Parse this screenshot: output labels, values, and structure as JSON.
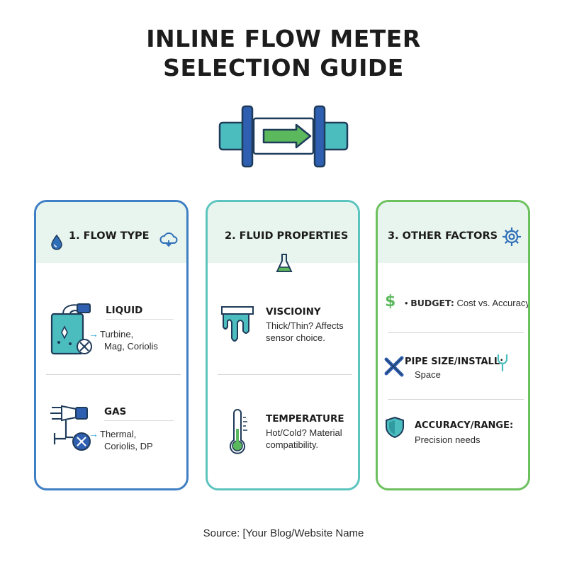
{
  "title": {
    "line1": "INLINE FLOW METER",
    "line2": "SELECTION GUIDE"
  },
  "colors": {
    "blue": "#3f7fc3",
    "teal": "#5cc4bf",
    "green": "#6cc05e",
    "header_bg": "#e8f4ee"
  },
  "cards": [
    {
      "heading": "1. FLOW TYPE",
      "items": [
        {
          "label": "LIQUID",
          "options": [
            "Turbine,",
            "Mag, Coriolis"
          ]
        },
        {
          "label": "GAS",
          "options": [
            "Thermal,",
            "Coriolis, DP"
          ]
        }
      ]
    },
    {
      "heading": "2. FLUID PROPERTIES",
      "items": [
        {
          "label": "VISCIOINY",
          "lines": [
            "Thick/Thin? Affects",
            "sensor choice."
          ]
        },
        {
          "label": "TEMPERATURE",
          "lines": [
            "Hot/Cold? Material",
            "compatibility."
          ]
        }
      ]
    },
    {
      "heading": "3. OTHER FACTORS",
      "items": [
        {
          "bullet": "•",
          "label": "BUDGET:",
          "text": "Cost vs. Accuracy"
        },
        {
          "label": "PIPE SIZE/INSTALL:",
          "text": "Space"
        },
        {
          "label": "ACCURACY/RANGE:",
          "text": "Precision needs"
        }
      ]
    }
  ],
  "icons": {
    "hero": "pipe-flow-icon",
    "card1": [
      "water-drop-icon",
      "cloud-icon",
      "liquid-tank-icon",
      "gas-pipe-icon"
    ],
    "card2": [
      "flask-icon",
      "viscous-fluid-icon",
      "thermometer-icon"
    ],
    "card3": [
      "gear-icon",
      "dollar-icon",
      "tools-icon",
      "wrench-icon",
      "shield-icon"
    ]
  },
  "source": "Source: [Your Blog/Website Name"
}
